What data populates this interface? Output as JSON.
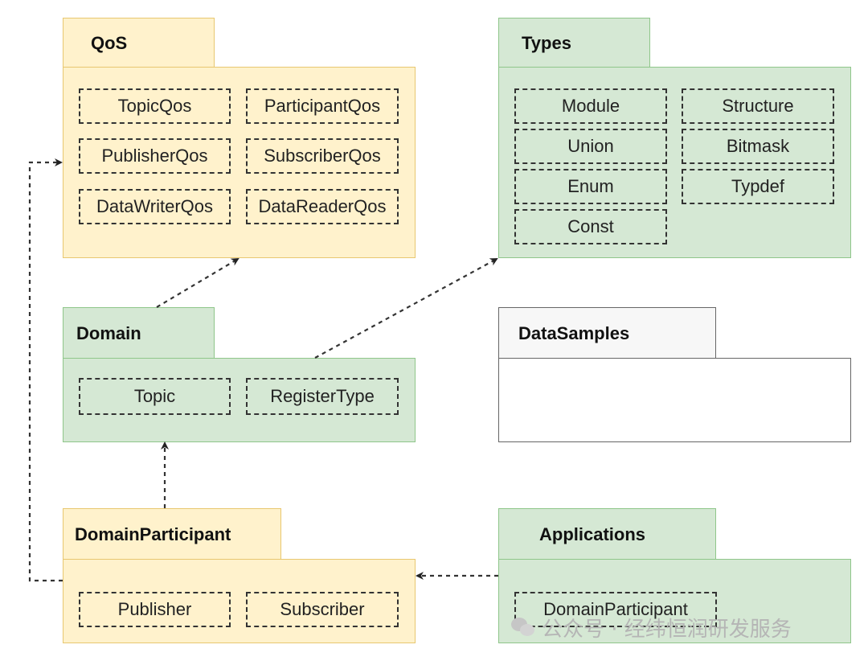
{
  "packages": {
    "qos": {
      "title": "QoS",
      "items": [
        "TopicQos",
        "ParticipantQos",
        "PublisherQos",
        "SubscriberQos",
        "DataWriterQos",
        "DataReaderQos"
      ]
    },
    "types": {
      "title": "Types",
      "items": [
        "Module",
        "Structure",
        "Union",
        "Bitmask",
        "Enum",
        "Typdef",
        "Const"
      ]
    },
    "domain": {
      "title": "Domain",
      "items": [
        "Topic",
        "RegisterType"
      ]
    },
    "datasamples": {
      "title": "DataSamples"
    },
    "domainparticipant": {
      "title": "DomainParticipant",
      "items": [
        "Publisher",
        "Subscriber"
      ]
    },
    "applications": {
      "title": "Applications",
      "items": [
        "DomainParticipant"
      ]
    }
  },
  "colors": {
    "yellow_fill": "#fff2cc",
    "yellow_border": "#e8c770",
    "green_fill": "#d5e8d4",
    "green_border": "#8fc68a",
    "gray_border": "#666666",
    "arrow": "#333333"
  },
  "watermark": {
    "text": "公众号 · 经纬恒润研发服务",
    "icon": "wechat-icon"
  }
}
